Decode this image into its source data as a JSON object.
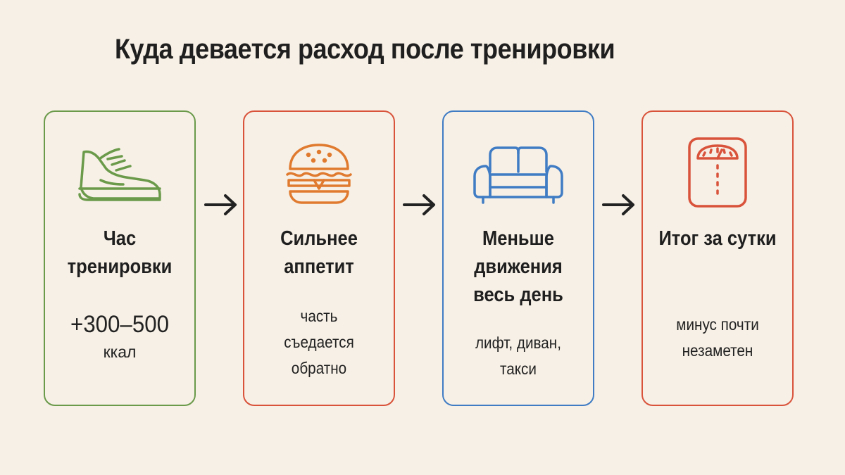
{
  "title": "Куда девается расход после тренировки",
  "colors": {
    "background": "#f7f0e6",
    "green": "#6a9a4a",
    "orange": "#e07a2e",
    "blue": "#3f7cc4",
    "red": "#d9533b",
    "text": "#1f1f1f"
  },
  "steps": [
    {
      "icon": "sneaker-icon",
      "heading": "Час\nтренировки",
      "value": "+300–500",
      "unit": "ккал"
    },
    {
      "icon": "burger-icon",
      "heading": "Сильнее\nаппетит",
      "note": "часть\nсъедается\nобратно"
    },
    {
      "icon": "sofa-icon",
      "heading": "Меньше\nдвижения\nвесь день",
      "note": "лифт, диван,\nтакси"
    },
    {
      "icon": "scale-icon",
      "heading": "Итог за сутки",
      "note": "минус почти\nнезаметен"
    }
  ]
}
